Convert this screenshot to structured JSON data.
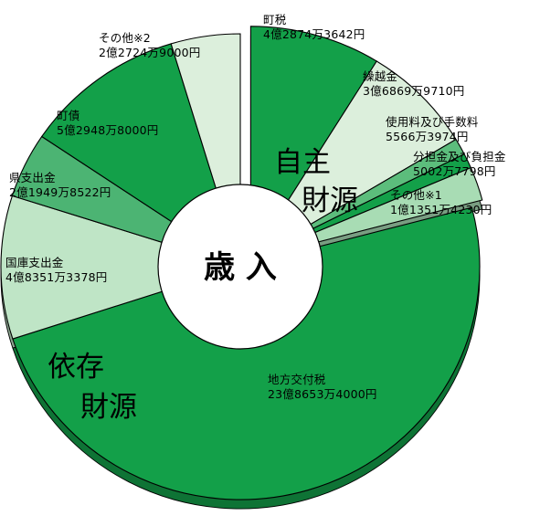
{
  "chart_data": {
    "type": "pie",
    "title": "歳 入",
    "groups": [
      {
        "label_lines": [
          "自主",
          "財源"
        ]
      },
      {
        "label_lines": [
          "依存",
          "財源"
        ]
      }
    ],
    "slices": [
      {
        "name": "町税",
        "value_text": "4億2874万3642円",
        "value": 428743642,
        "color": "#13a049",
        "group": 0
      },
      {
        "name": "繰越金",
        "value_text": "3億6869万9710円",
        "value": 368699710,
        "color": "#dcefdc",
        "group": 0
      },
      {
        "name": "使用料及び手数料",
        "value_text": "5566万3974円",
        "value": 55663974,
        "color": "#5cbd7c",
        "group": 0
      },
      {
        "name": "分担金及び負担金",
        "value_text": "5002万7798円",
        "value": 50027798,
        "color": "#13a049",
        "group": 0
      },
      {
        "name": "その他※1",
        "value_text": "1億1351万4230円",
        "value": 113514230,
        "color": "#a8dcb4",
        "group": 0
      },
      {
        "name": "地方交付税",
        "value_text": "23億8653万4000円",
        "value": 2386534000,
        "color": "#13a049",
        "group": 1
      },
      {
        "name": "国庫支出金",
        "value_text": "4億8351万3378円",
        "value": 483513378,
        "color": "#bfe5c6",
        "group": 1
      },
      {
        "name": "県支出金",
        "value_text": "2億1949万8522円",
        "value": 219498522,
        "color": "#4cb473",
        "group": 1
      },
      {
        "name": "町債",
        "value_text": "5億2948万8000円",
        "value": 529488000,
        "color": "#13a049",
        "group": 1
      },
      {
        "name": "その他※2",
        "value_text": "2億2724万9000円",
        "value": 227249000,
        "color": "#dcefdc",
        "group": 1
      }
    ]
  }
}
